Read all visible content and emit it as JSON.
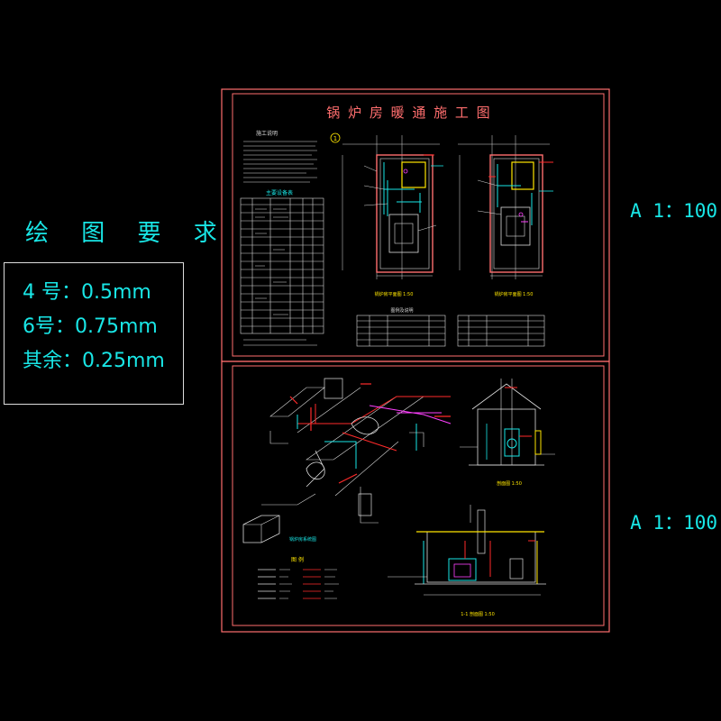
{
  "requirements": {
    "title": "绘 图 要 求",
    "lines": [
      "4 号：0.5mm",
      "6号：0.75mm",
      "其余：0.25mm"
    ]
  },
  "scales": {
    "top": "A 1：100",
    "bottom": "A 1：100"
  },
  "sheet1": {
    "title": "锅 炉 房 暖 通 施 工 图",
    "notes_title": "施工说明",
    "table_title": "主要设备表",
    "plan1_caption": "锅炉房平面图 1:50",
    "plan2_caption": "锅炉房平面图 1:50",
    "legend_table_title": "图例及说明",
    "circle_mark": "1"
  },
  "sheet2": {
    "iso_caption": "锅炉房系统图",
    "legend_title": "图 例",
    "section1_caption": "剖面图 1:50",
    "section2_caption": "1-1 剖面图 1:50"
  },
  "colors": {
    "background": "#000000",
    "cyan": "#19e6e6",
    "frame": "#ff6e6e",
    "pipe_red": "#ff2a2a",
    "yellow": "#ffe600",
    "magenta": "#ff40ff",
    "white": "#dcdcdc"
  }
}
